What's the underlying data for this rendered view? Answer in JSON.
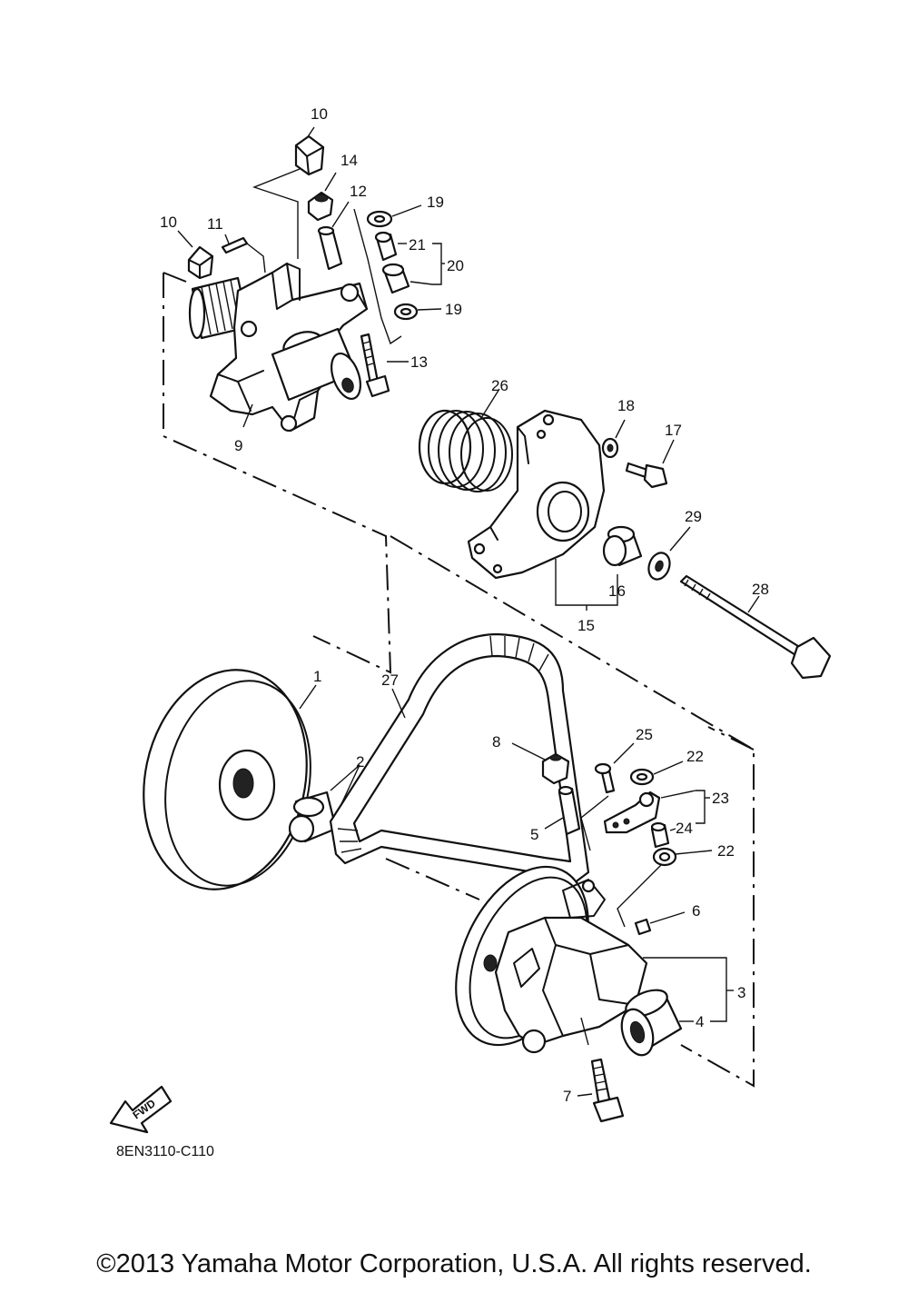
{
  "diagram": {
    "drawing_code": "8EN3110-C110",
    "fwd_label": "FWD",
    "callouts": [
      "10",
      "14",
      "12",
      "19",
      "10",
      "11",
      "21",
      "20",
      "19",
      "13",
      "26",
      "9",
      "18",
      "17",
      "29",
      "16",
      "28",
      "15",
      "1",
      "27",
      "25",
      "22",
      "8",
      "2",
      "23",
      "5",
      "24",
      "22",
      "6",
      "3",
      "4",
      "7"
    ]
  },
  "footer": {
    "copyright": "©2013 Yamaha Motor Corporation, U.S.A. All rights reserved."
  }
}
